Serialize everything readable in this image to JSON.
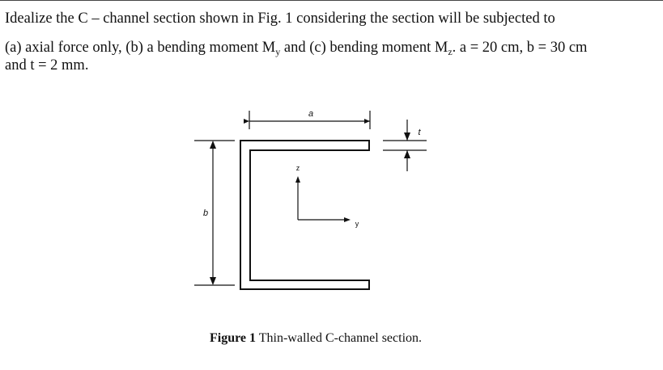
{
  "problem": {
    "line1": "Idealize the C – channel section shown in Fig. 1 considering the section will be subjected to",
    "line2_part1": "(a) axial force only, (b) a bending moment M",
    "sub_y": "y",
    "line2_part2": " and (c) bending moment M",
    "sub_z": "z",
    "line2_part3": ". a = 20 cm, b = 30 cm",
    "line3": "and t = 2 mm."
  },
  "figure": {
    "dim_a": "a",
    "dim_b": "b",
    "dim_t": "t",
    "axis_z": "z",
    "axis_y": "y",
    "caption_label": "Figure 1",
    "caption_text": " Thin-walled C-channel section."
  }
}
